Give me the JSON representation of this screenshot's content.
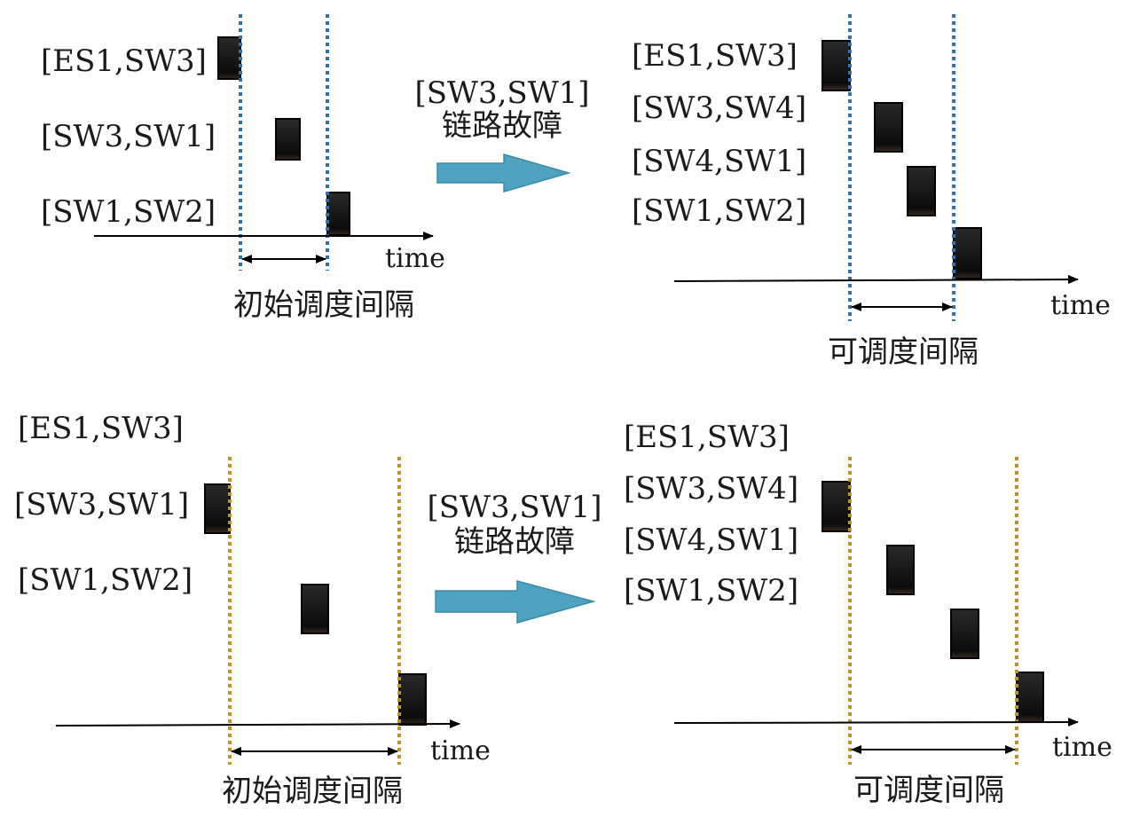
{
  "colors": {
    "blue_line": "#2e74b5",
    "gold_line": "#c09327",
    "arrow_fill": "#4fa3c0",
    "arrow_stroke": "#3a8aa8",
    "frame_fill": "#111111"
  },
  "panels": {
    "top_left": {
      "rows": [
        "[ES1,SW3]",
        "[SW3,SW1]",
        "[SW1,SW2]"
      ],
      "axis_label": "time",
      "interval_label": "初始调度间隔"
    },
    "top_right": {
      "rows": [
        "[ES1,SW3]",
        "[SW3,SW4]",
        "[SW4,SW1]",
        "[SW1,SW2]"
      ],
      "axis_label": "time",
      "interval_label": "可调度间隔"
    },
    "bottom_left": {
      "rows": [
        "[ES1,SW3]",
        "[SW3,SW1]",
        "[SW1,SW2]"
      ],
      "axis_label": "time",
      "interval_label": "初始调度间隔"
    },
    "bottom_right": {
      "rows": [
        "[ES1,SW3]",
        "[SW3,SW4]",
        "[SW4,SW1]",
        "[SW1,SW2]"
      ],
      "axis_label": "time",
      "interval_label": "可调度间隔"
    }
  },
  "transitions": {
    "top": {
      "link": "[SW3,SW1]",
      "event": "链路故障"
    },
    "bottom": {
      "link": "[SW3,SW1]",
      "event": "链路故障"
    }
  }
}
